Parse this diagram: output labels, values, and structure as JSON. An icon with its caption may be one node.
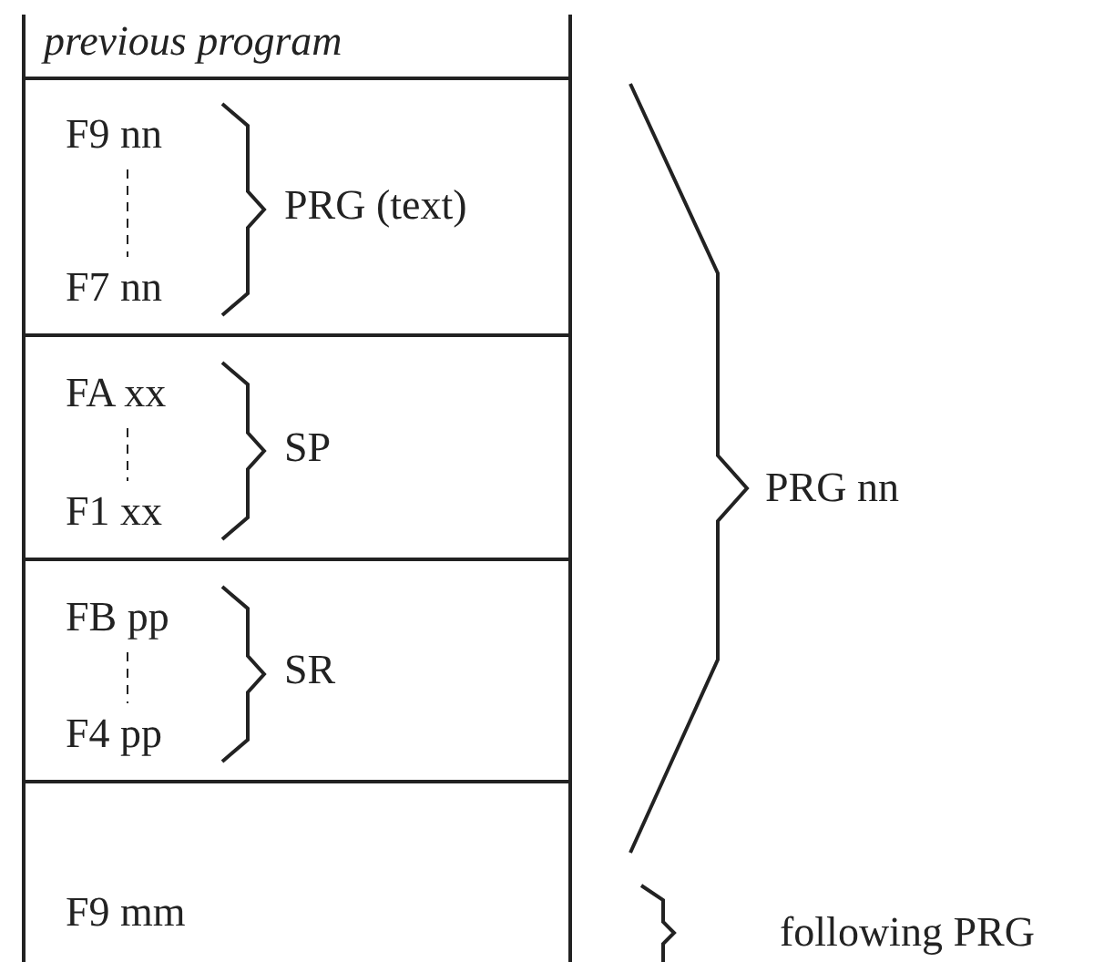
{
  "diagram": {
    "nodes": [
      {
        "text": [
          "previous program"
        ]
      },
      {
        "text": [
          "F9 nn",
          "F7 nn",
          "PRG (text)"
        ]
      },
      {
        "text": [
          "FA xx",
          "F1 xx",
          "SP"
        ]
      },
      {
        "text": [
          "FB pp",
          "F4 pp",
          "SR"
        ]
      },
      {
        "text": [
          "F9 mm"
        ]
      }
    ],
    "labels": [
      "PRG nn",
      "following PRG"
    ]
  }
}
